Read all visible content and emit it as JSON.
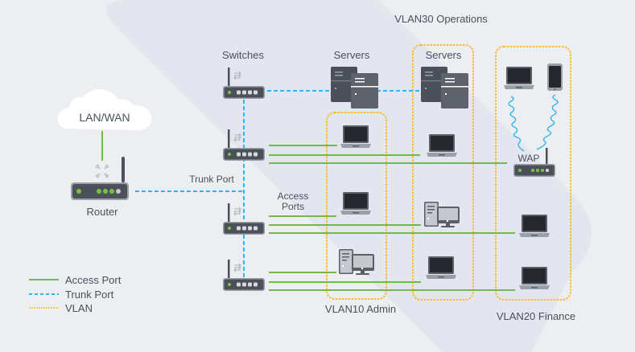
{
  "title": "VLAN30 Operations",
  "cloud_label": "LAN/WAN",
  "router_label": "Router",
  "switches_label": "Switches",
  "servers_label_1": "Servers",
  "servers_label_2": "Servers",
  "trunk_port_label": "Trunk Port",
  "access_ports_label_line1": "Access",
  "access_ports_label_line2": "Ports",
  "wap_label": "WAP",
  "vlan10_label": "VLAN10 Admin",
  "vlan20_label": "VLAN20 Finance",
  "legend": [
    {
      "label": "Access Port",
      "style": "solid",
      "color": "#72b84a"
    },
    {
      "label": "Trunk Port",
      "style": "dashed",
      "color": "#2fb7ec"
    },
    {
      "label": "VLAN",
      "style": "dotted",
      "color": "#f6bc3a"
    }
  ],
  "colors": {
    "access": "#72b84a",
    "trunk": "#2fb7ec",
    "vlan": "#f6bc3a",
    "device_dark": "#4b5059",
    "text": "#4a505c"
  }
}
